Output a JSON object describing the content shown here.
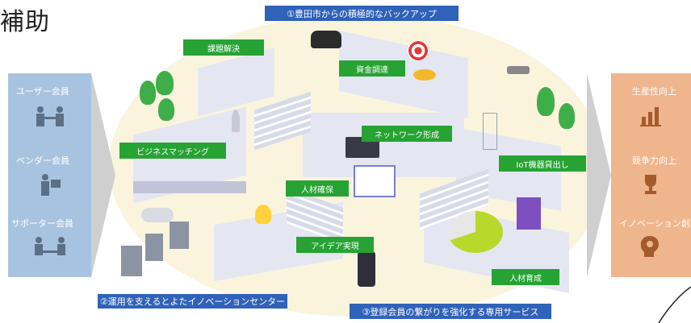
{
  "title_fragment": "補助",
  "members": {
    "items": [
      {
        "label": "ユーザー会員",
        "icon": "handshake-people-icon"
      },
      {
        "label": "ベンダー会員",
        "icon": "presenter-icon"
      },
      {
        "label": "サポーター会員",
        "icon": "consultation-icon"
      }
    ]
  },
  "outcomes": {
    "items": [
      {
        "label": "生産性向上",
        "icon": "bar-chart-icon"
      },
      {
        "label": "競争力向上",
        "icon": "trophy-icon"
      },
      {
        "label": "イノベーション創出",
        "icon": "brain-lightbulb-icon"
      }
    ]
  },
  "banners": {
    "top": "①豊田市からの積極的なバックアップ",
    "bottom_left": "②運用を支えるとよたイノベーションセンター",
    "bottom_right": "③登録会員の繋がりを強化する専用サービス"
  },
  "tags": {
    "kadai": "課題解決",
    "shikin": "資金調達",
    "business": "ビジネスマッチング",
    "network": "ネットワーク形成",
    "iot": "IoT機器貸出し",
    "jinzai_kakuho": "人材確保",
    "idea": "アイデア実現",
    "jinzai_ikusei": "人材育成"
  },
  "colors": {
    "left_panel": "#a8c3e0",
    "right_panel": "#efb58c",
    "banner_blue": "#2f62b8",
    "tag_green": "#27a334",
    "background_blob": "#fbf4dd"
  }
}
